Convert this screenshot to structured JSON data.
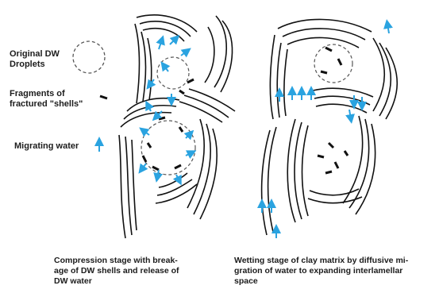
{
  "legend": {
    "droplets_label": "Original DW\nDroplets",
    "fragments_label": "Fragments of\nfractured \"shells\"",
    "water_label": "Migrating water"
  },
  "captions": {
    "left": "Compression  stage with break-\nage of DW shells and release of\nDW water",
    "right": "Wetting stage of clay matrix by diffusive mi-\ngration of water to expanding interlamellar\nspace"
  },
  "colors": {
    "line": "#111111",
    "water_arrow": "#2aa3e0"
  },
  "icons": {
    "droplet": "dashed-circle-icon",
    "fragment": "dash-fragment-icon",
    "water": "blue-arrow-icon"
  }
}
